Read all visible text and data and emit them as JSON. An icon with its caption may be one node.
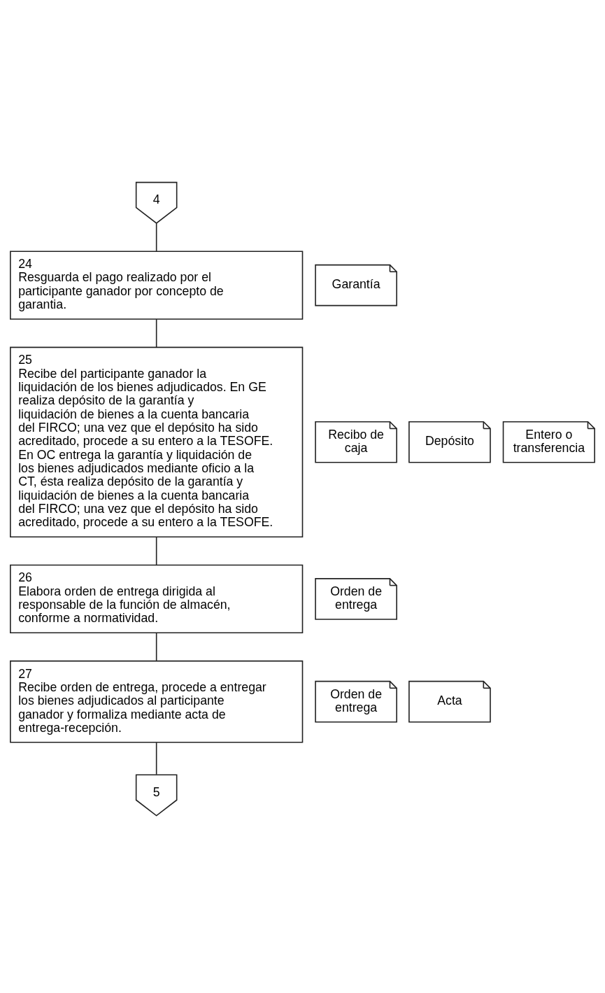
{
  "diagram": {
    "nodes": [
      {
        "text": [
          "4"
        ]
      },
      {
        "text": [
          "24",
          "Resguarda el pago realizado por el participante ganador por concepto de garantia."
        ]
      },
      {
        "text": [
          "Garantía"
        ]
      },
      {
        "text": [
          "25",
          "Recibe del participante ganador la liquidación de los bienes adjudicados. En GE realiza depósito de la garantía y liquidación de bienes a la cuenta bancaria del FIRCO; una vez que el depósito ha sido acreditado, procede a su entero a la TESOFE. En OC entrega la garantía y liquidación de los bienes adjudicados mediante oficio a la CT, ésta realiza depósito de la garantía y liquidación de bienes a la cuenta bancaria del FIRCO; una vez que el depósito ha sido acreditado, procede a su entero a la TESOFE."
        ]
      },
      {
        "text": [
          "Recibo de caja"
        ]
      },
      {
        "text": [
          "Depósito"
        ]
      },
      {
        "text": [
          "Entero o transferencia"
        ]
      },
      {
        "text": [
          "26",
          "Elabora orden de entrega dirigida al responsable de la función de almacén, conforme a normatividad."
        ]
      },
      {
        "text": [
          "Orden de entrega"
        ]
      },
      {
        "text": [
          "27",
          "Recibe orden de entrega, procede a entregar los bienes adjudicados al participante ganador y formaliza mediante acta de entrega-recepción."
        ]
      },
      {
        "text": [
          "Orden de entrega"
        ]
      },
      {
        "text": [
          "Acta"
        ]
      },
      {
        "text": [
          "5"
        ]
      }
    ],
    "edges": [
      {
        "from": 0,
        "to": 1,
        "arrow": "none"
      },
      {
        "from": 1,
        "to": 3,
        "arrow": "none"
      },
      {
        "from": 3,
        "to": 7,
        "arrow": "none"
      },
      {
        "from": 7,
        "to": 9,
        "arrow": "none"
      },
      {
        "from": 9,
        "to": 12,
        "arrow": "none"
      }
    ]
  }
}
